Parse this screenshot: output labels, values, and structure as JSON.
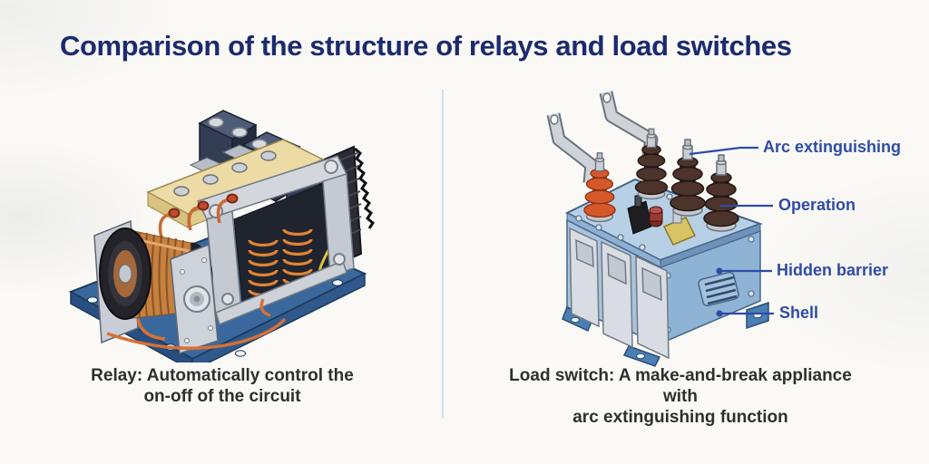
{
  "title": "Comparison of the structure of relays and load switches",
  "relay": {
    "illustration": "relay-3d-cutaway-illustration",
    "caption": {
      "line1": "Relay: Automatically control the",
      "line2": "on-off of the circuit"
    }
  },
  "load_switch": {
    "illustration": "load-switch-3d-illustration",
    "caption": {
      "line1": "Load switch: A make-and-break appliance with",
      "line2": "arc extinguishing function"
    },
    "labels": [
      {
        "text": "Arc extinguishing"
      },
      {
        "text": "Operation"
      },
      {
        "text": "Hidden barrier"
      },
      {
        "text": "Shell"
      }
    ]
  },
  "colors": {
    "background": "#faf9f6",
    "title_text": "#1c2b6e",
    "label_text": "#2e4ca6",
    "leader_line": "#2e4ca6",
    "caption_text": "#2f2f2f",
    "divider": "#cfe2ee",
    "relay_base_blue": "#3a689c",
    "coil_copper": "#c6803f",
    "terminal_block_navy": "#333e55",
    "spring_orange": "#e08434",
    "bushing_brown": "#4c332b",
    "bushing_orange": "#d4582a",
    "shell_light_blue": "#b7d0e6",
    "panel_gray": "#d9dde3"
  }
}
